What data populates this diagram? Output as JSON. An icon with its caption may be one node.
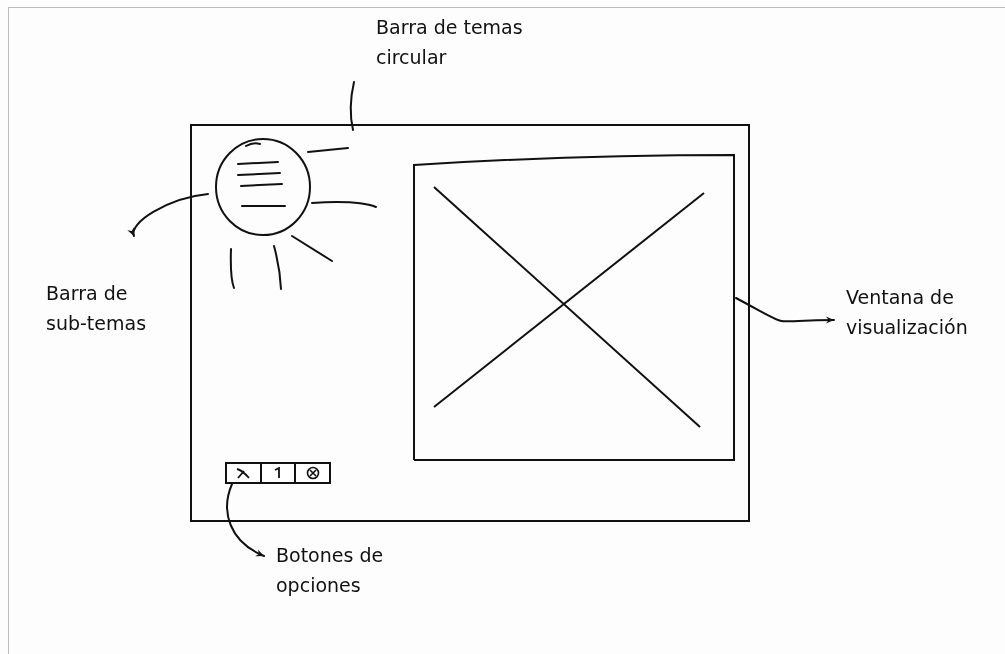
{
  "diagram": {
    "nodes": [
      {
        "text": [],
        "shape": "box"
      },
      {
        "text": [],
        "shape": "circle",
        "in": 0
      },
      {
        "text": [],
        "shape": "picture",
        "in": 0
      },
      {
        "text": [],
        "shape": "bar",
        "in": 0
      },
      {
        "text": [
          "Barra de temas circular"
        ]
      },
      {
        "text": [
          "Barra de sub-temas"
        ]
      },
      {
        "text": [
          "Ventana de visualización"
        ]
      },
      {
        "text": [
          "Botones de opciones"
        ]
      }
    ],
    "edges": [
      {
        "from": 4,
        "to": 1,
        "arrow": "none"
      },
      {
        "from": 1,
        "to": 5,
        "arrow": "to"
      },
      {
        "from": 2,
        "to": 6,
        "arrow": "to"
      },
      {
        "from": 3,
        "to": 7,
        "arrow": "to"
      }
    ]
  }
}
